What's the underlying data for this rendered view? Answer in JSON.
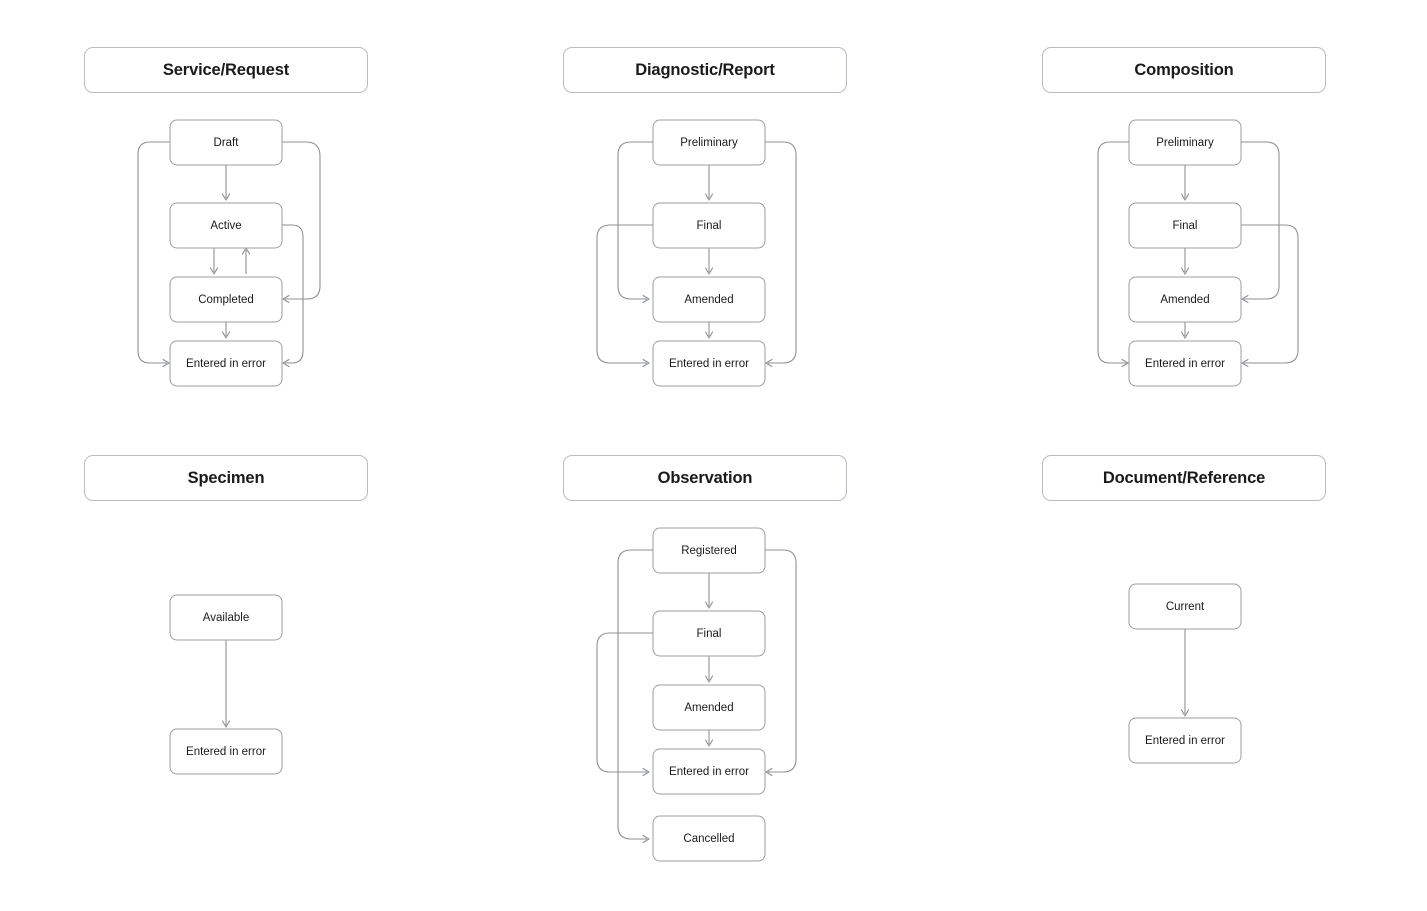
{
  "page": {
    "background": "#ffffff",
    "box_stroke": "#9a9da1",
    "edge_stroke": "#8d9094",
    "title_stroke": "#b9bcc0",
    "text_color": "#1a1a1a"
  },
  "panels": [
    {
      "id": "service-request",
      "title": "Service/Request",
      "states": [
        {
          "id": "draft",
          "label": "Draft"
        },
        {
          "id": "active",
          "label": "Active"
        },
        {
          "id": "completed",
          "label": "Completed"
        },
        {
          "id": "error",
          "label": "Entered in error"
        }
      ],
      "transitions": [
        {
          "from": "draft",
          "to": "active",
          "route": "straight-down"
        },
        {
          "from": "active",
          "to": "completed",
          "route": "straight-down"
        },
        {
          "from": "completed",
          "to": "active",
          "route": "straight-up"
        },
        {
          "from": "completed",
          "to": "error",
          "route": "straight-down"
        },
        {
          "from": "draft",
          "to": "error",
          "route": "left-loop"
        },
        {
          "from": "draft",
          "to": "completed",
          "route": "right-loop-outer"
        },
        {
          "from": "active",
          "to": "error",
          "route": "right-loop-inner"
        }
      ]
    },
    {
      "id": "diagnostic-report",
      "title": "Diagnostic/Report",
      "states": [
        {
          "id": "preliminary",
          "label": "Preliminary"
        },
        {
          "id": "final",
          "label": "Final"
        },
        {
          "id": "amended",
          "label": "Amended"
        },
        {
          "id": "error",
          "label": "Entered in error"
        }
      ],
      "transitions": [
        {
          "from": "preliminary",
          "to": "final",
          "route": "straight-down"
        },
        {
          "from": "final",
          "to": "amended",
          "route": "straight-down"
        },
        {
          "from": "amended",
          "to": "error",
          "route": "straight-down"
        },
        {
          "from": "preliminary",
          "to": "amended",
          "route": "left-loop-inner"
        },
        {
          "from": "final",
          "to": "error",
          "route": "left-loop-outer"
        },
        {
          "from": "preliminary",
          "to": "error",
          "route": "right-loop-outer"
        }
      ]
    },
    {
      "id": "composition",
      "title": "Composition",
      "states": [
        {
          "id": "preliminary",
          "label": "Preliminary"
        },
        {
          "id": "final",
          "label": "Final"
        },
        {
          "id": "amended",
          "label": "Amended"
        },
        {
          "id": "error",
          "label": "Entered in error"
        }
      ],
      "transitions": [
        {
          "from": "preliminary",
          "to": "final",
          "route": "straight-down"
        },
        {
          "from": "final",
          "to": "amended",
          "route": "straight-down"
        },
        {
          "from": "amended",
          "to": "error",
          "route": "straight-down"
        },
        {
          "from": "preliminary",
          "to": "error",
          "route": "left-loop"
        },
        {
          "from": "preliminary",
          "to": "amended",
          "route": "right-loop-inner"
        },
        {
          "from": "final",
          "to": "error",
          "route": "right-loop-outer"
        }
      ]
    },
    {
      "id": "specimen",
      "title": "Specimen",
      "states": [
        {
          "id": "available",
          "label": "Available"
        },
        {
          "id": "error",
          "label": "Entered in error"
        }
      ],
      "transitions": [
        {
          "from": "available",
          "to": "error",
          "route": "straight-down"
        }
      ]
    },
    {
      "id": "observation",
      "title": "Observation",
      "states": [
        {
          "id": "registered",
          "label": "Registered"
        },
        {
          "id": "final",
          "label": "Final"
        },
        {
          "id": "amended",
          "label": "Amended"
        },
        {
          "id": "error",
          "label": "Entered in error"
        },
        {
          "id": "cancelled",
          "label": "Cancelled"
        }
      ],
      "transitions": [
        {
          "from": "registered",
          "to": "final",
          "route": "straight-down"
        },
        {
          "from": "final",
          "to": "amended",
          "route": "straight-down"
        },
        {
          "from": "amended",
          "to": "error",
          "route": "straight-down"
        },
        {
          "from": "registered",
          "to": "cancelled",
          "route": "left-loop-inner"
        },
        {
          "from": "final",
          "to": "error",
          "route": "left-loop-outer"
        },
        {
          "from": "registered",
          "to": "error",
          "route": "right-loop-outer"
        }
      ]
    },
    {
      "id": "document-reference",
      "title": "Document/Reference",
      "states": [
        {
          "id": "current",
          "label": "Current"
        },
        {
          "id": "error",
          "label": "Entered in error"
        }
      ],
      "transitions": [
        {
          "from": "current",
          "to": "error",
          "route": "straight-down"
        }
      ]
    }
  ]
}
